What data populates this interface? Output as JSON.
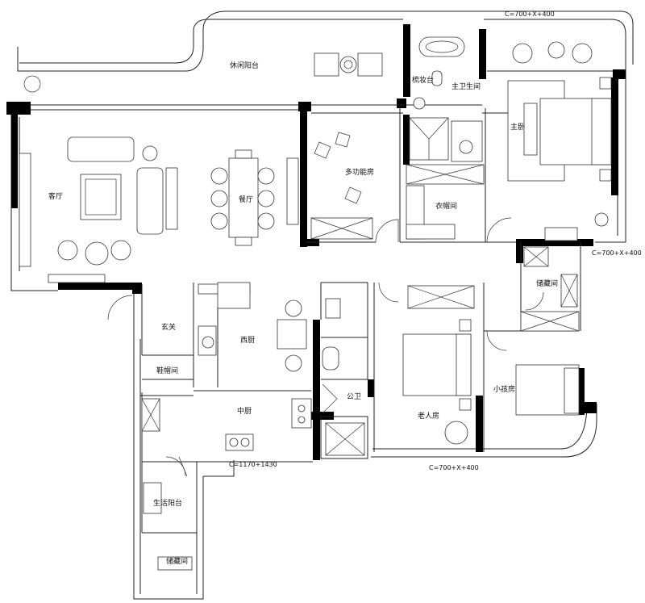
{
  "rooms": {
    "leisure_balcony": "休闲阳台",
    "living_room": "客厅",
    "dining_room": "餐厅",
    "multi_function_room": "多功能房",
    "cloakroom": "衣帽间",
    "makeup_area": "梳妆台",
    "master_bathroom": "主卫生间",
    "master_bedroom": "主卧",
    "storage_room": "储藏间",
    "second_bedroom": "老人房",
    "small_bedroom": "小孩房",
    "entrance": "玄关",
    "shoe_cabinet": "鞋帽间",
    "western_kitchen": "西厨",
    "chinese_kitchen": "中厨",
    "guest_bathroom": "公卫",
    "service_balcony": "生活阳台",
    "utility_storage": "储藏间"
  },
  "dimensions": {
    "top_right": "C=700+X+400",
    "right_middle": "C=700+X+400",
    "bottom_center": "C=700+X+400",
    "kitchen_bottom": "C=1170+1430"
  }
}
